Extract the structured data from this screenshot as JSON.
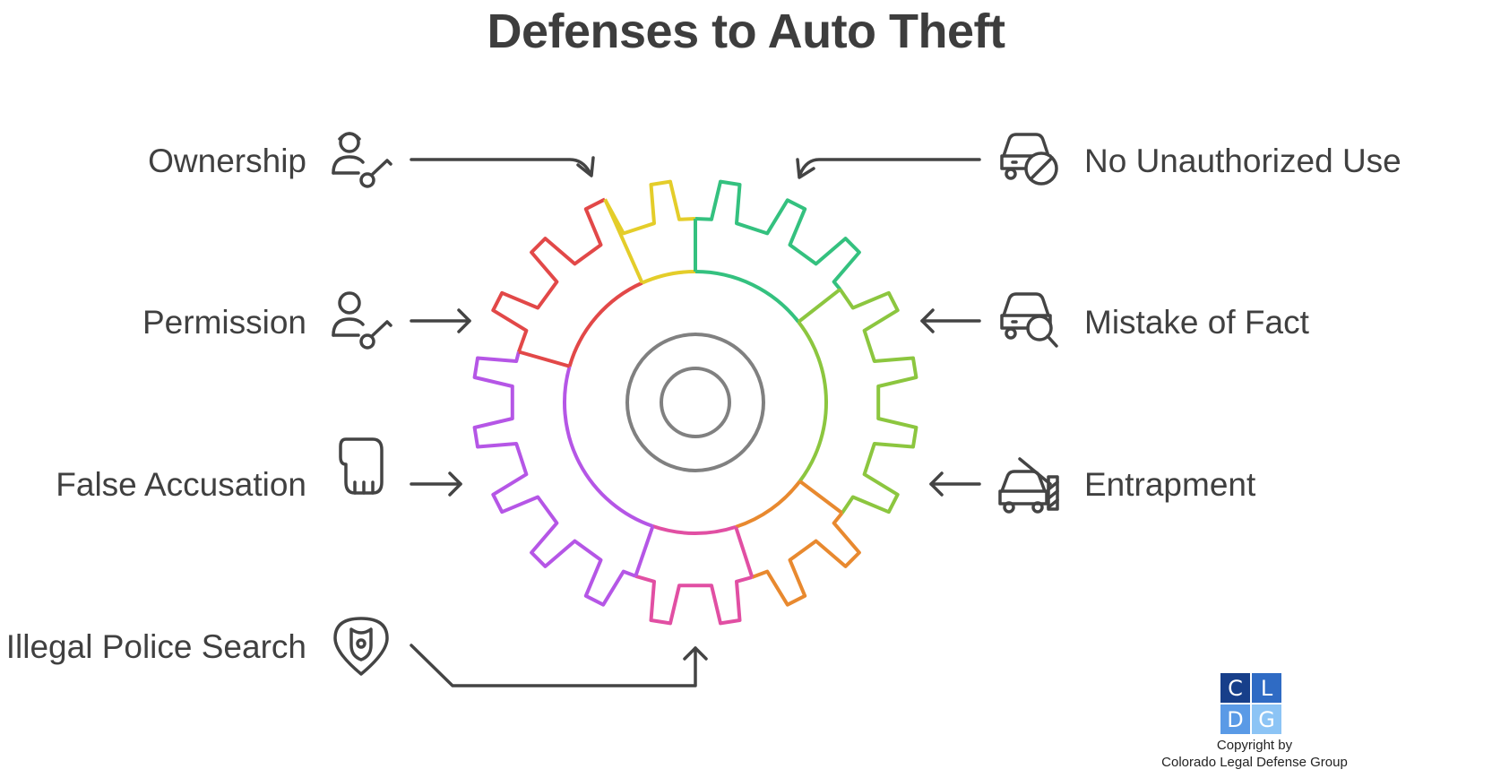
{
  "title": "Defenses to Auto Theft",
  "defenses": {
    "ownership": "Ownership",
    "permission": "Permission",
    "false_accusation": "False Accusation",
    "illegal_police_search": "Illegal Police Search",
    "no_unauthorized_use": "No Unauthorized Use",
    "mistake_of_fact": "Mistake of Fact",
    "entrapment": "Entrapment"
  },
  "icons": {
    "ownership": "person-with-key-icon",
    "permission": "person-with-key-icon",
    "false_accusation": "pointing-hand-icon",
    "illegal_police_search": "police-badge-location-icon",
    "no_unauthorized_use": "car-prohibited-icon",
    "mistake_of_fact": "car-magnifier-icon",
    "entrapment": "car-barrier-icon"
  },
  "gear_colors": {
    "green": "#34c17f",
    "lime": "#8cc63f",
    "orange": "#e8892f",
    "pink": "#e14fa3",
    "purple": "#b556e6",
    "red": "#e24848",
    "yellow": "#e4cd2a"
  },
  "logo": {
    "letters": [
      "C",
      "L",
      "D",
      "G"
    ],
    "colors": [
      "#173f8a",
      "#2f6bc4",
      "#5a9ae6",
      "#8cc4f5"
    ]
  },
  "copyright": {
    "line1": "Copyright by",
    "line2": "Colorado Legal Defense Group"
  }
}
